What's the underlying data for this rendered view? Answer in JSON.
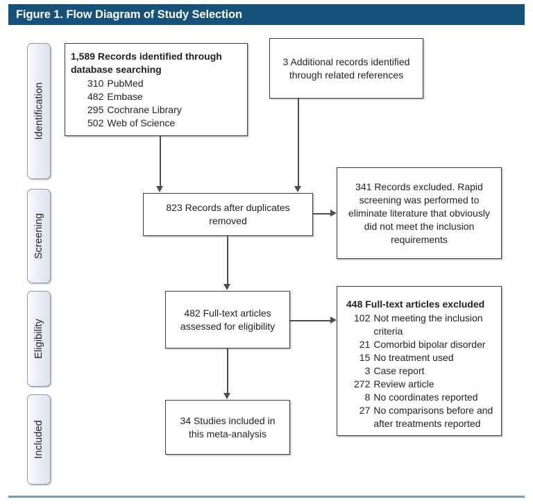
{
  "figure": {
    "title": "Figure 1. Flow Diagram of Study Selection",
    "title_bar_color": "#155179",
    "bottom_rule_color": "#6e9dc0"
  },
  "stages": [
    {
      "label": "Identification"
    },
    {
      "label": "Screening"
    },
    {
      "label": "Eligibility"
    },
    {
      "label": "Included"
    }
  ],
  "boxes": {
    "identified_database": {
      "headline": "1,589 Records identified through database searching",
      "items": [
        {
          "count": "310",
          "text": "PubMed"
        },
        {
          "count": "482",
          "text": "Embase"
        },
        {
          "count": "295",
          "text": "Cochrane Library"
        },
        {
          "count": "502",
          "text": "Web of Science"
        }
      ]
    },
    "additional_records": {
      "text": "3 Additional records identified through related references"
    },
    "after_duplicates": {
      "text": "823 Records after duplicates removed"
    },
    "records_excluded": {
      "text": "341 Records excluded. Rapid screening was performed to eliminate literature that obviously did not meet the inclusion requirements"
    },
    "fulltext_assessed": {
      "text": "482 Full-text articles assessed for eligibility"
    },
    "fulltext_excluded": {
      "headline": "448 Full-text articles excluded",
      "items": [
        {
          "count": "102",
          "text": "Not meeting the inclusion criteria"
        },
        {
          "count": "21",
          "text": "Comorbid bipolar disorder"
        },
        {
          "count": "15",
          "text": "No treatment used"
        },
        {
          "count": "3",
          "text": "Case report"
        },
        {
          "count": "272",
          "text": "Review article"
        },
        {
          "count": "8",
          "text": "No coordinates reported"
        },
        {
          "count": "27",
          "text": "No comparisons before and after treatments reported"
        }
      ]
    },
    "studies_included": {
      "text": "34 Studies included in this meta-analysis"
    }
  }
}
